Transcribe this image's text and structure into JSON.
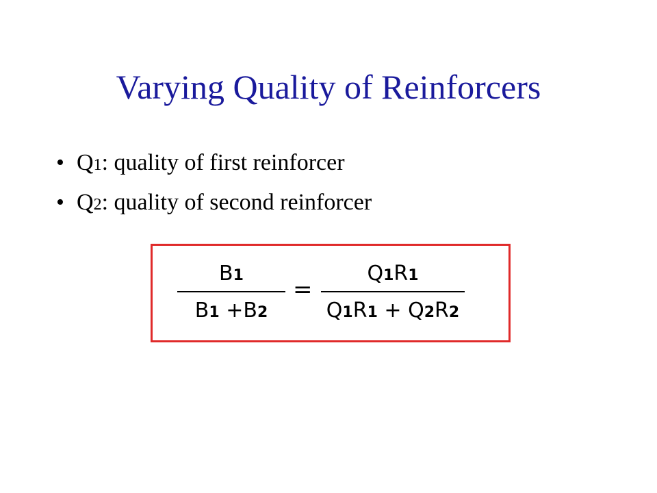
{
  "title": "Varying Quality of Reinforcers",
  "bullets": [
    {
      "bullet": "•",
      "symbol": "Q",
      "subscript": "1",
      "text": ": quality of first reinforcer"
    },
    {
      "bullet": "•",
      "symbol": "Q",
      "subscript": "2",
      "text": ": quality of second reinforcer"
    }
  ],
  "equation": {
    "left_numerator": {
      "main": "B",
      "sub": "1"
    },
    "left_denominator": {
      "t1": "B",
      "s1": "1",
      "op": " +",
      "t2": "B",
      "s2": "2"
    },
    "equals": "=",
    "right_numerator": {
      "t1": "Q",
      "s1": "1",
      "t2": "R",
      "s2": "1"
    },
    "right_denominator": {
      "t1": "Q",
      "s1": "1",
      "t2": "R",
      "s2": "1",
      "op": " + ",
      "t3": "Q",
      "s3": "2",
      "t4": "R",
      "s4": "2"
    }
  },
  "colors": {
    "title": "#1a1a9c",
    "box_border": "#e02a2a",
    "text": "#000000"
  }
}
